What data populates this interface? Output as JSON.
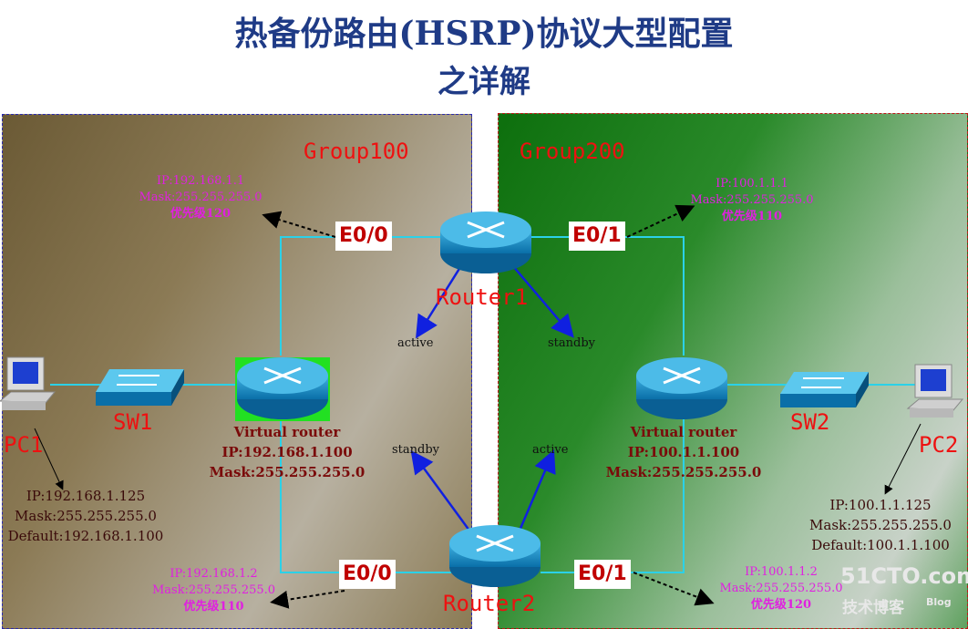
{
  "title": {
    "line1": "热备份路由(HSRP)协议大型配置",
    "line2": "之详解"
  },
  "groups": {
    "left": "Group100",
    "right": "Group200"
  },
  "router1": {
    "label": "Router1",
    "e00_label": "E0/0",
    "e01_label": "E0/1",
    "e00_info": {
      "ip": "IP:192.168.1.1",
      "mask": "Mask:255.255.255.0",
      "priority": "优先级120"
    },
    "e01_info": {
      "ip": "IP:100.1.1.1",
      "mask": "Mask:255.255.255.0",
      "priority": "优先级110"
    }
  },
  "router2": {
    "label": "Router2",
    "e00_label": "E0/0",
    "e01_label": "E0/1",
    "e00_info": {
      "ip": "IP:192.168.1.2",
      "mask": "Mask:255.255.255.0",
      "priority": "优先级110"
    },
    "e01_info": {
      "ip": "IP:100.1.1.2",
      "mask": "Mask:255.255.255.0",
      "priority": "优先级120"
    }
  },
  "virtual_left": {
    "name": "Virtual router",
    "ip": "IP:192.168.1.100",
    "mask": "Mask:255.255.255.0"
  },
  "virtual_right": {
    "name": "Virtual router",
    "ip": "IP:100.1.1.100",
    "mask": "Mask:255.255.255.0"
  },
  "states": {
    "r1_left": "active",
    "r1_right": "standby",
    "r2_left": "standby",
    "r2_right": "active"
  },
  "sw1": "SW1",
  "sw2": "SW2",
  "pc1": {
    "label": "PC1",
    "ip": "IP:192.168.1.125",
    "mask": "Mask:255.255.255.0",
    "gateway": "Default:192.168.1.100"
  },
  "pc2": {
    "label": "PC2",
    "ip": "IP:100.1.1.125",
    "mask": "Mask:255.255.255.0",
    "gateway": "Default:100.1.1.100"
  },
  "watermark": {
    "main": "51CTO.com",
    "sub": "技术博客",
    "blog": "Blog"
  },
  "colors": {
    "link": "#2bd1e8",
    "arrow_blue": "#1020e0",
    "iface_text": "#c00000",
    "group_label": "#ee1111",
    "magenta": "#e020e0"
  }
}
